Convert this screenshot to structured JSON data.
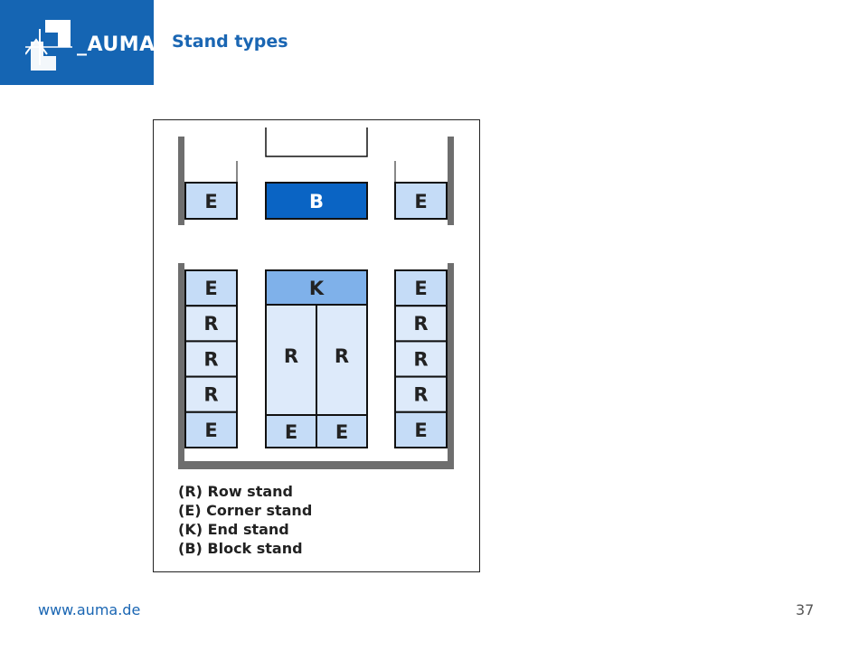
{
  "header": {
    "logo_text": "_AUMA",
    "title": "Stand types"
  },
  "diagram": {
    "labels": {
      "top_left": "E",
      "block": "B",
      "top_right": "E",
      "left_col": [
        "E",
        "R",
        "R",
        "R",
        "E"
      ],
      "end": "K",
      "center_row_left": "R",
      "center_row_right": "R",
      "center_bottom_left": "E",
      "center_bottom_right": "E",
      "right_col": [
        "E",
        "R",
        "R",
        "R",
        "E"
      ]
    },
    "legend": [
      "(R) Row stand",
      "(E) Corner stand",
      "(K) End stand",
      "(B) Block stand"
    ],
    "colors": {
      "corner_fill": "#c5dcf7",
      "row_fill": "#ddeafa",
      "block_fill": "#0a64c4",
      "end_fill": "#7fb1ea",
      "wall": "#6e6e6e",
      "outline": "#111111"
    }
  },
  "footer": {
    "url": "www.auma.de",
    "page_number": "37"
  }
}
